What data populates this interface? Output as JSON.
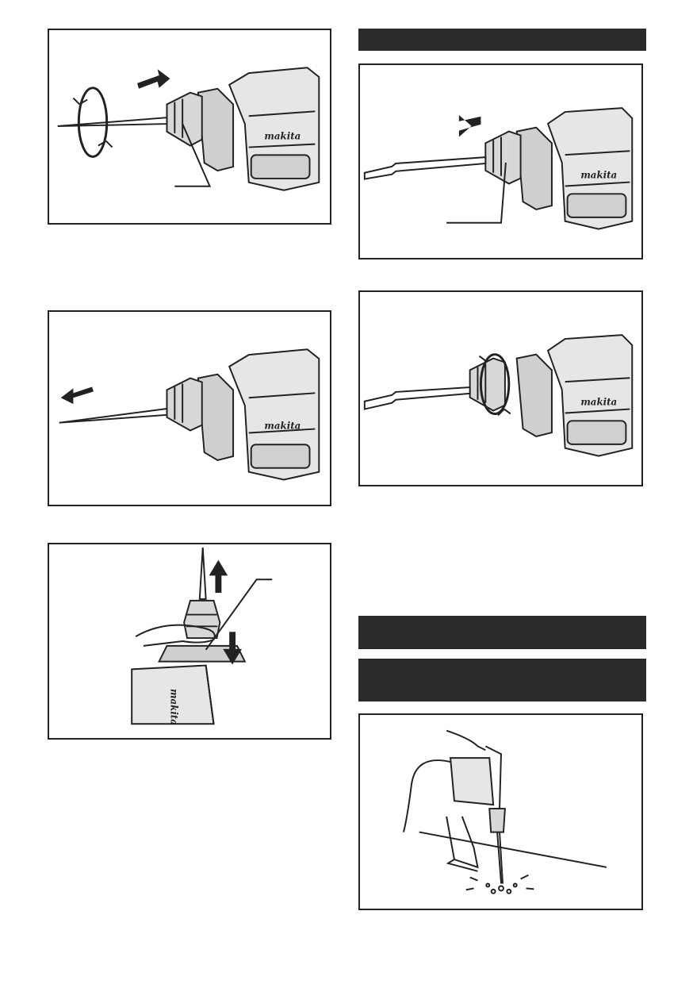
{
  "brand": {
    "logo_text": "makita"
  },
  "figures": [
    {
      "id": "fig1",
      "name": "insert-bit-rotate"
    },
    {
      "id": "fig2",
      "name": "remove-bit-chuck"
    },
    {
      "id": "fig3",
      "name": "bit-pulled-out"
    },
    {
      "id": "fig4",
      "name": "chisel-rotate-chuck"
    },
    {
      "id": "fig5",
      "name": "chuck-pull-vertical"
    },
    {
      "id": "fig6",
      "name": "operation-chipping"
    }
  ],
  "colors": {
    "bar": "#2b2b2b",
    "line": "#222222",
    "tool": "#dcdcdc"
  }
}
